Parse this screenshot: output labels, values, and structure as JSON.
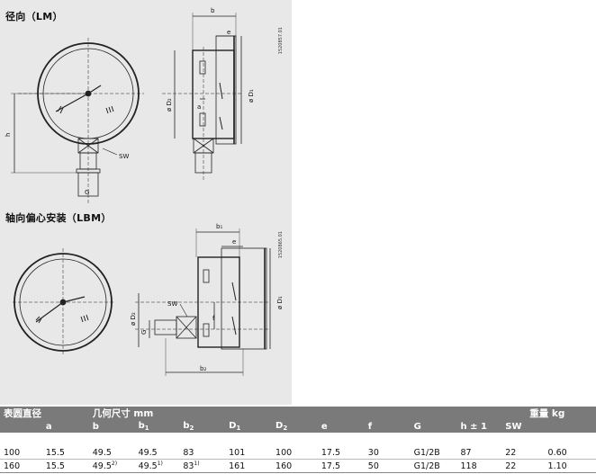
{
  "sections": {
    "radial_title": "径向（LM）",
    "axial_title": "轴向偏心安装（LBM）",
    "radial_code": "1520857.01",
    "axial_code": "1520865.01"
  },
  "labels": {
    "b": "b",
    "e": "e",
    "a": "a",
    "h": "h",
    "G": "G",
    "SW": "SW",
    "D1": "ø D₁",
    "D2": "ø D₂",
    "b1": "b₁",
    "b2": "b₂",
    "f": "f"
  },
  "table": {
    "header1": {
      "dial": "表圆直径",
      "dims": "几何尺寸 mm",
      "weight": "重量 kg"
    },
    "header2": {
      "a": "a",
      "b": "b",
      "b1": "b",
      "b1_sub": "1",
      "b2": "b",
      "b2_sub": "2",
      "D1": "D",
      "D1_sub": "1",
      "D2": "D",
      "D2_sub": "2",
      "e": "e",
      "f": "f",
      "G": "G",
      "h": "h ± 1",
      "SW": "SW"
    },
    "rows": [
      {
        "dial": "100",
        "a": "15.5",
        "b": "49.5",
        "b_sup": "",
        "b1": "49.5",
        "b1_sup": "",
        "b2": "83",
        "b2_sup": "",
        "D1": "101",
        "D2": "100",
        "e": "17.5",
        "f": "30",
        "G": "G1/2B",
        "h": "87",
        "SW": "22",
        "weight": "0.60"
      },
      {
        "dial": "160",
        "a": "15.5",
        "b": "49.5",
        "b_sup": "2)",
        "b1": "49.5",
        "b1_sup": "1)",
        "b2": "83",
        "b2_sup": "1)",
        "D1": "161",
        "D2": "160",
        "e": "17.5",
        "f": "50",
        "G": "G1/2B",
        "h": "118",
        "SW": "22",
        "weight": "1.10"
      }
    ]
  }
}
